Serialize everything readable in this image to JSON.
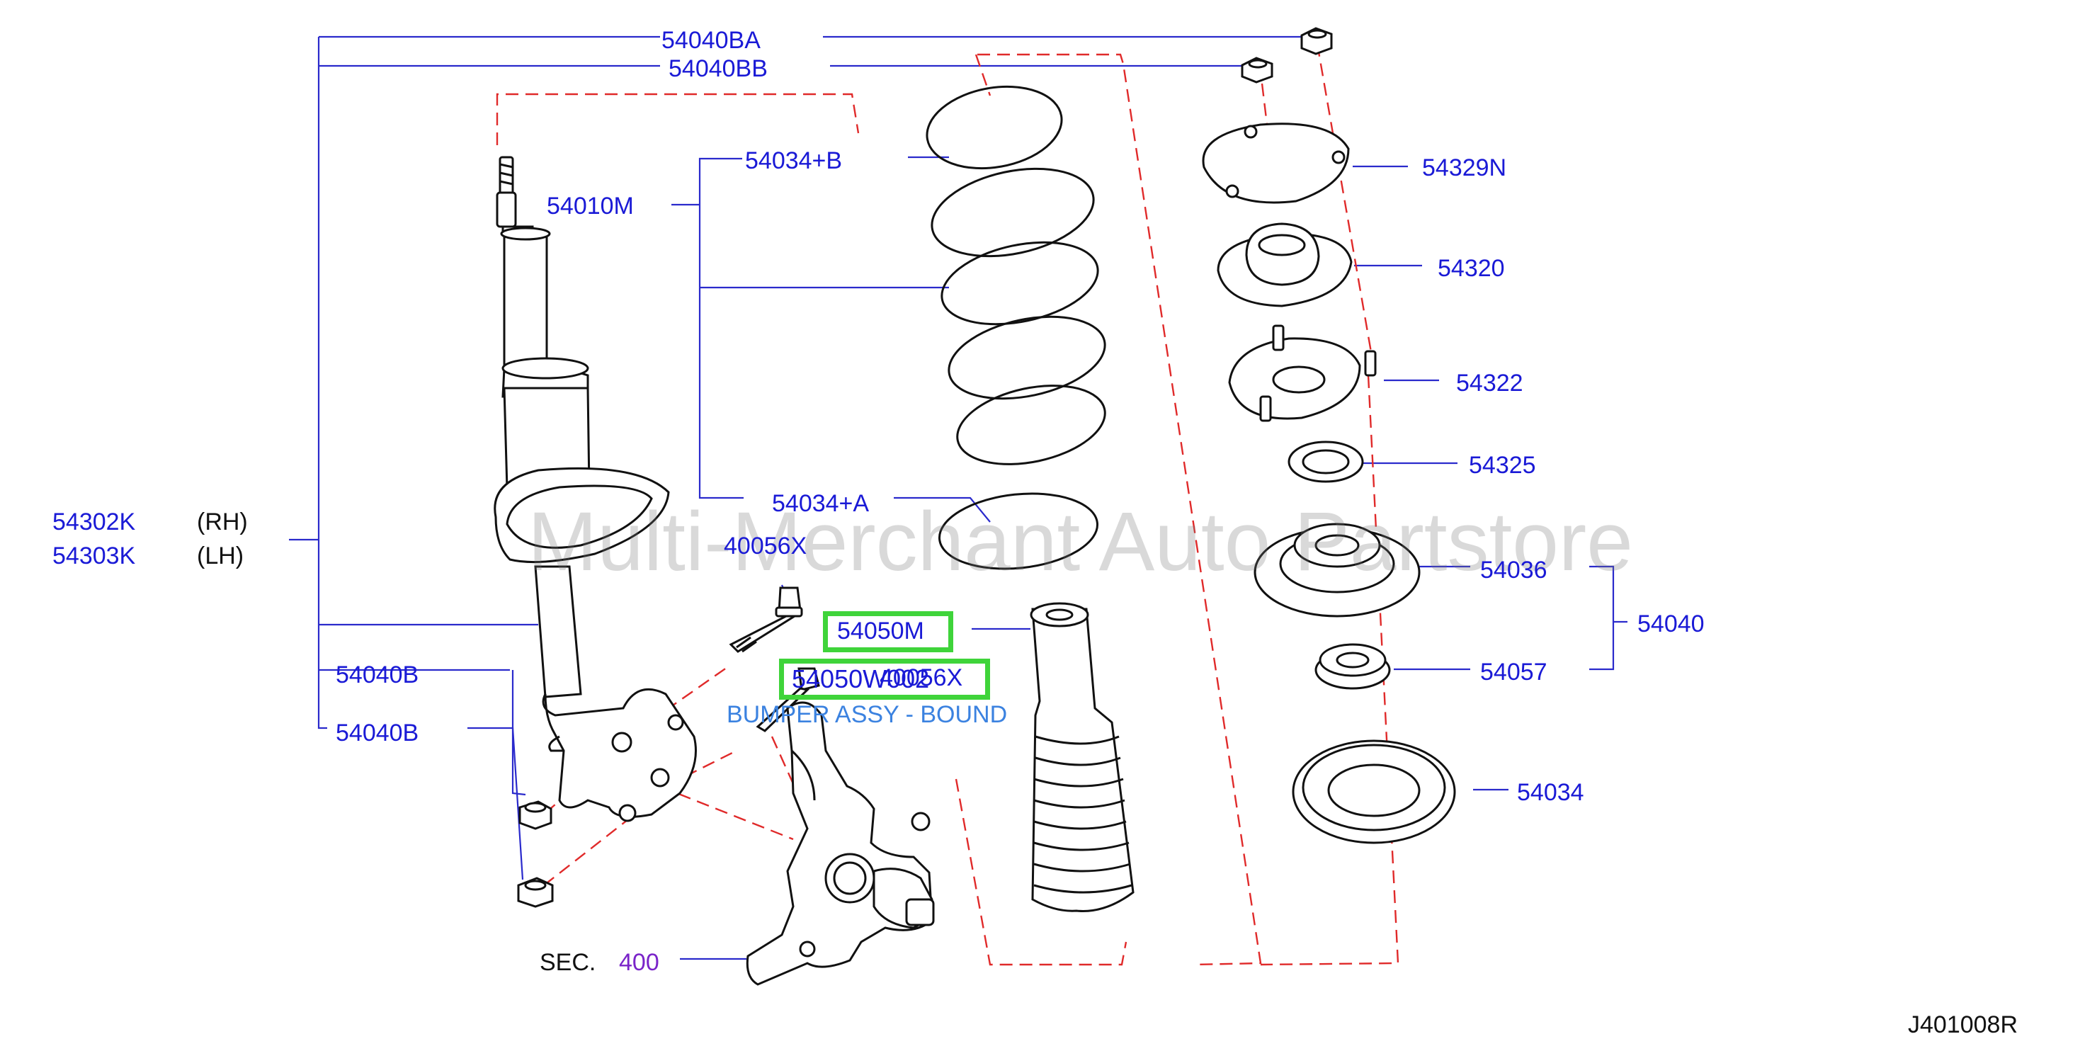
{
  "labels": {
    "p54040BA": "54040BA",
    "p54040BB": "54040BB",
    "p54034B": "54034+B",
    "p54010M": "54010M",
    "p54329N": "54329N",
    "p54320": "54320",
    "p54322": "54322",
    "p54325": "54325",
    "p54034A": "54034+A",
    "p40056X": "40056X",
    "p54036": "54036",
    "p54040": "54040",
    "p54302K": "54302K",
    "rh": "(RH)",
    "p54303K": "54303K",
    "lh": "(LH)",
    "p54050M": "54050M",
    "p40056X_2": "40056X",
    "p54057": "54057",
    "p54040B_1": "54040B",
    "p54040B_2": "54040B",
    "p54034": "54034",
    "sec": "SEC.",
    "sec_num": "400",
    "diagram_code": "J401008R"
  },
  "highlight": {
    "part_number": "54050W002",
    "description": "BUMPER ASSY - BOUND"
  },
  "watermark": "Multi-Merchant Auto Partstore",
  "colors": {
    "leader_line": "#2a2acc",
    "dashed_line": "#e02a2a",
    "label_text": "#1a1ad6",
    "highlight_box": "#3fd43a",
    "section_number": "#7a24c9"
  }
}
